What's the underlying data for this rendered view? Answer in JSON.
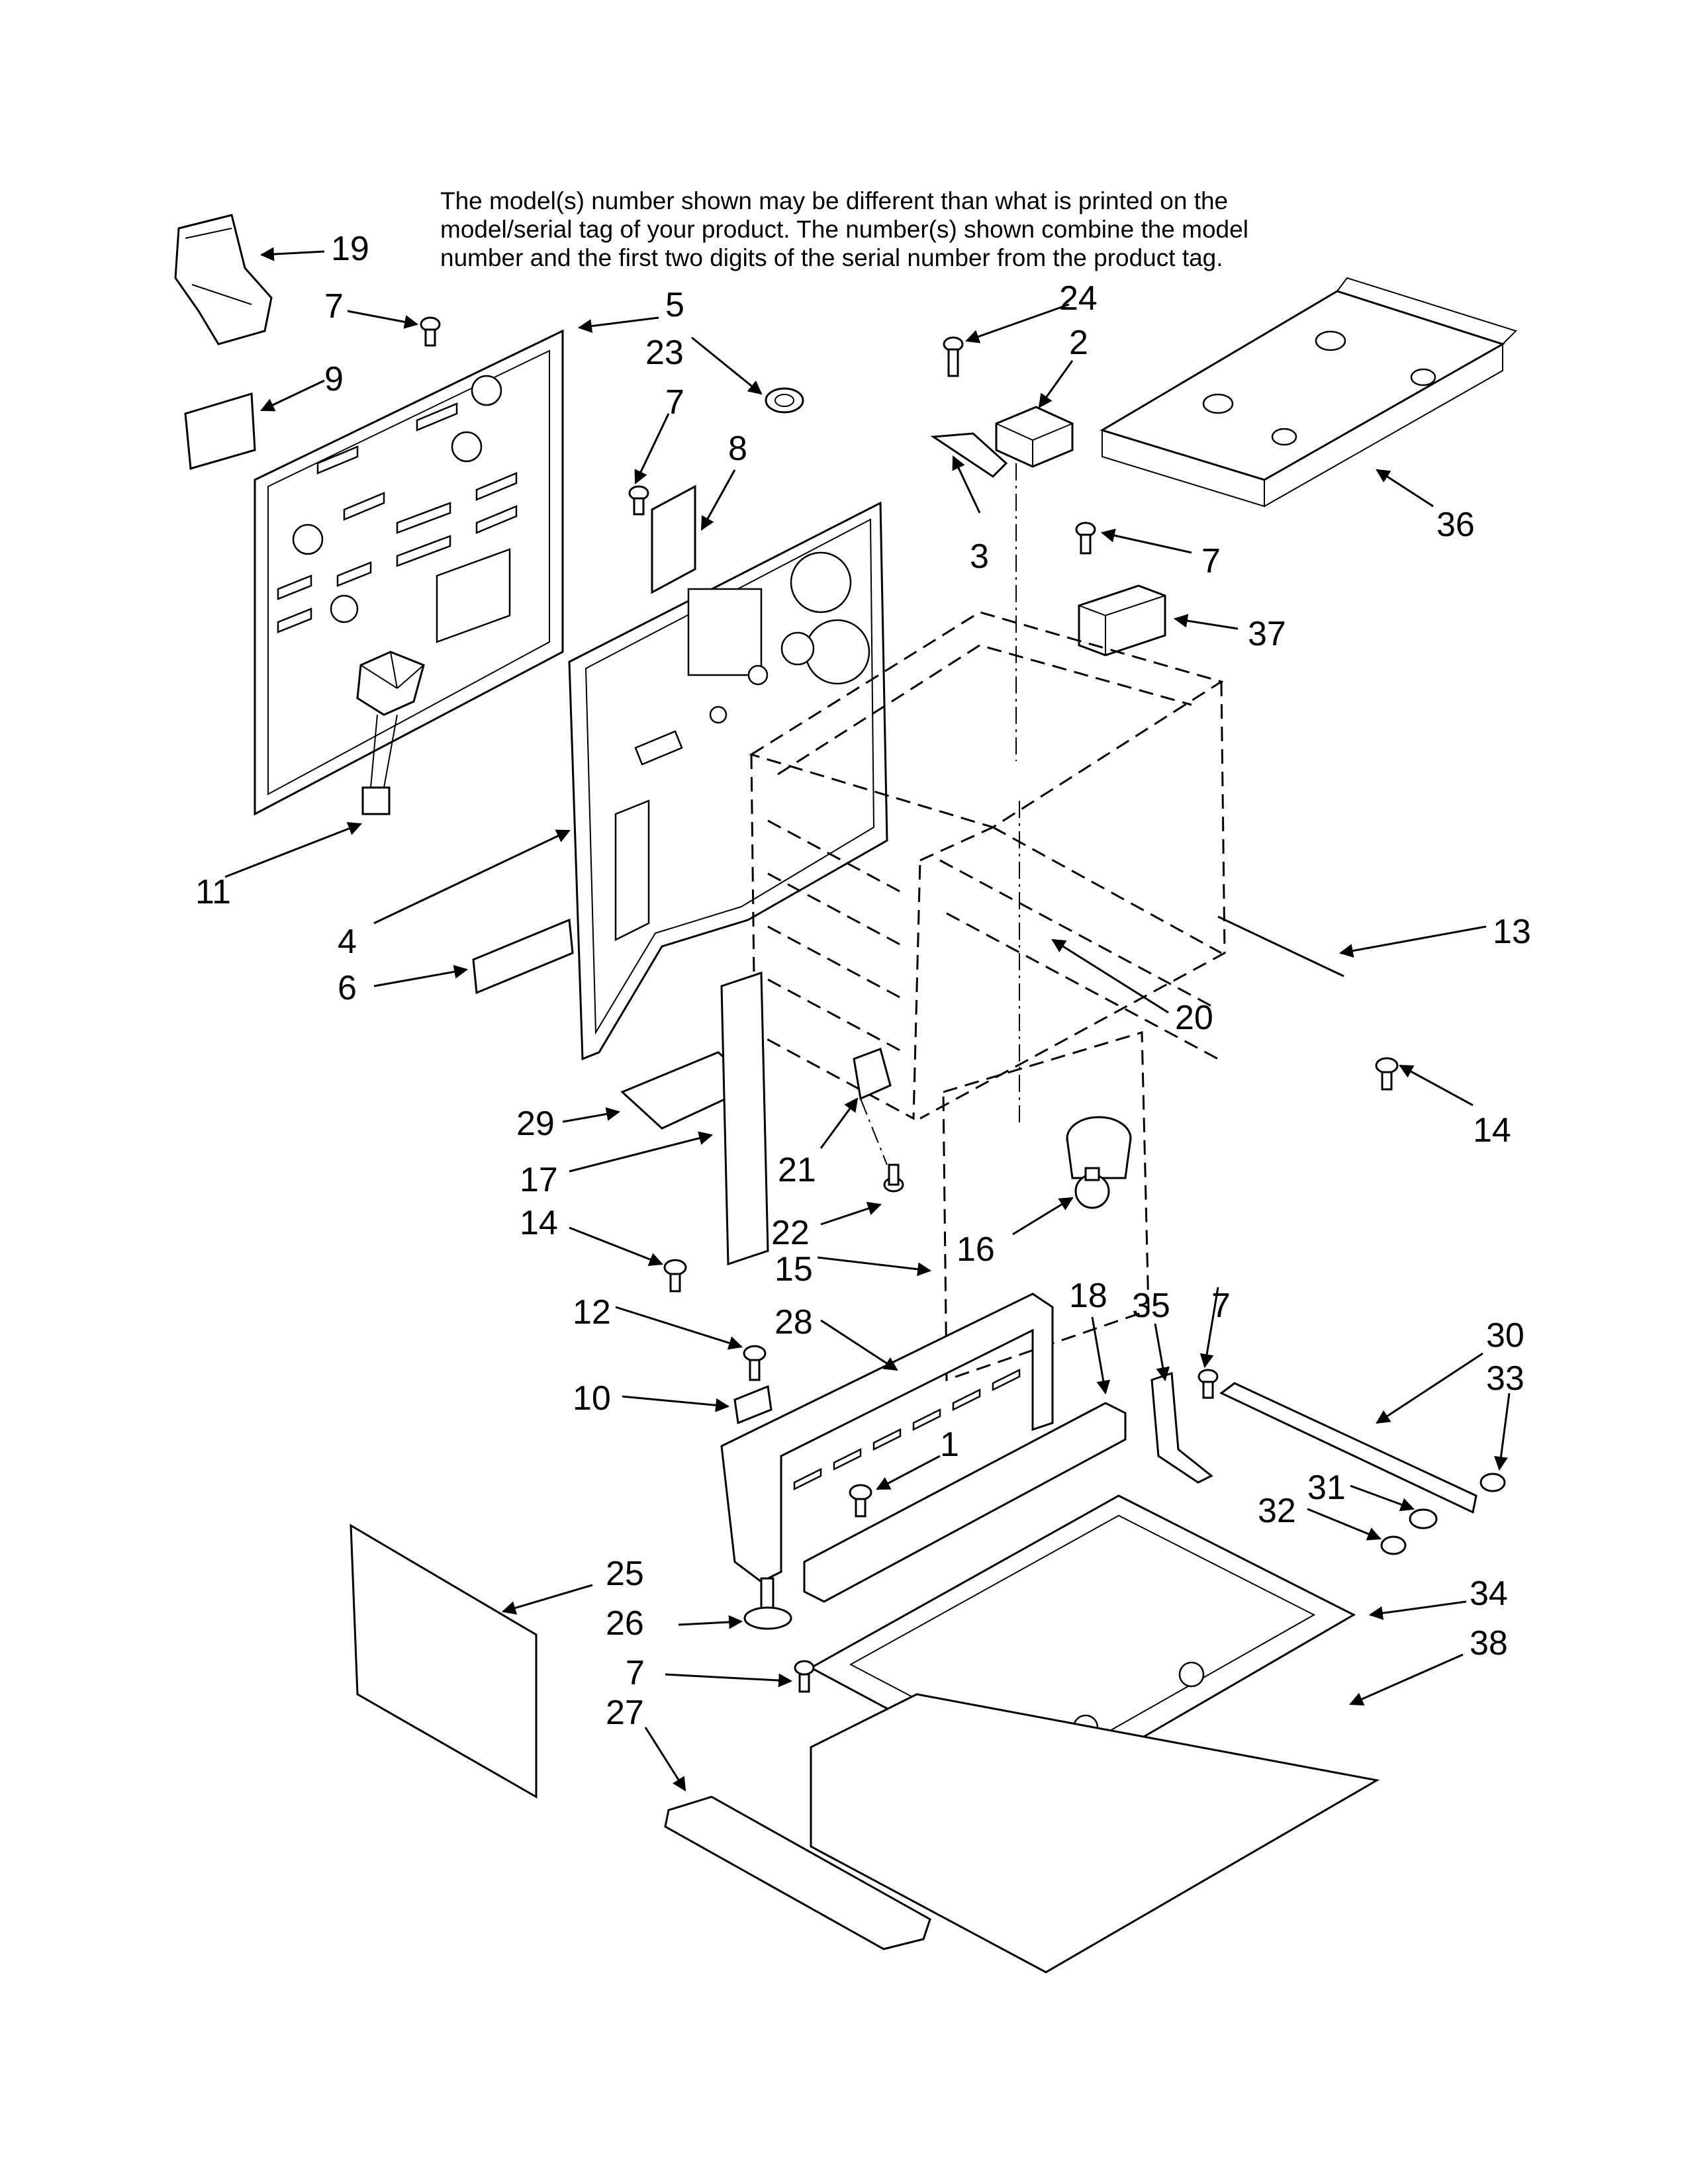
{
  "note": {
    "lines": [
      "The model(s) number shown may be different than what is printed on the",
      "model/serial tag of your product. The number(s) shown combine the model",
      "number and the first two digits of the serial number from the product tag."
    ]
  },
  "callouts": {
    "c1": "1",
    "c2": "2",
    "c3": "3",
    "c4": "4",
    "c5": "5",
    "c6": "6",
    "c7a": "7",
    "c7b": "7",
    "c7c": "7",
    "c7d": "7",
    "c7e": "7",
    "c8": "8",
    "c9": "9",
    "c10": "10",
    "c11": "11",
    "c12": "12",
    "c13": "13",
    "c14a": "14",
    "c14b": "14",
    "c15": "15",
    "c16": "16",
    "c17": "17",
    "c18": "18",
    "c19": "19",
    "c20": "20",
    "c21": "21",
    "c22": "22",
    "c23": "23",
    "c24": "24",
    "c25": "25",
    "c26": "26",
    "c27": "27",
    "c28": "28",
    "c29": "29",
    "c30": "30",
    "c31": "31",
    "c32": "32",
    "c33": "33",
    "c34": "34",
    "c35": "35",
    "c36": "36",
    "c37": "37",
    "c38": "38"
  }
}
